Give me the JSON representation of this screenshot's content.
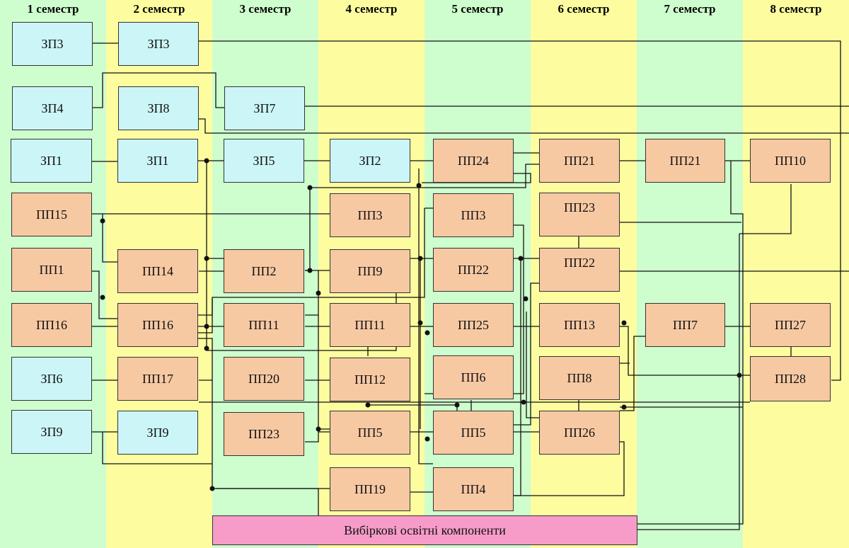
{
  "semesters": [
    "1 семестр",
    "2 семестр",
    "3 семестр",
    "4 семестр",
    "5 семестр",
    "6 семестр",
    "7 семестр",
    "8 семестр"
  ],
  "column_colors": [
    "#cefdce",
    "#fdfda0",
    "#cefdce",
    "#fdfda0",
    "#cefdce",
    "#fdfda0",
    "#cefdce",
    "#fdfda0"
  ],
  "boxes": [
    {
      "id": "s1-zp3",
      "label": "ЗП3",
      "type": "zp"
    },
    {
      "id": "s1-zp4",
      "label": "ЗП4",
      "type": "zp"
    },
    {
      "id": "s1-zp1",
      "label": "ЗП1",
      "type": "zp"
    },
    {
      "id": "s1-pp15",
      "label": "ПП15",
      "type": "pp"
    },
    {
      "id": "s1-pp1",
      "label": "ПП1",
      "type": "pp"
    },
    {
      "id": "s1-pp16",
      "label": "ПП16",
      "type": "pp"
    },
    {
      "id": "s1-zp6",
      "label": "ЗП6",
      "type": "zp"
    },
    {
      "id": "s1-zp9",
      "label": "ЗП9",
      "type": "zp"
    },
    {
      "id": "s2-zp3",
      "label": "ЗП3",
      "type": "zp"
    },
    {
      "id": "s2-zp8",
      "label": "ЗП8",
      "type": "zp"
    },
    {
      "id": "s2-zp1",
      "label": "ЗП1",
      "type": "zp"
    },
    {
      "id": "s2-pp14",
      "label": "ПП14",
      "type": "pp"
    },
    {
      "id": "s2-pp16",
      "label": "ПП16",
      "type": "pp"
    },
    {
      "id": "s2-pp17",
      "label": "ПП17",
      "type": "pp"
    },
    {
      "id": "s2-zp9",
      "label": "ЗП9",
      "type": "zp"
    },
    {
      "id": "s3-zp7",
      "label": "ЗП7",
      "type": "zp"
    },
    {
      "id": "s3-zp5",
      "label": "ЗП5",
      "type": "zp"
    },
    {
      "id": "s3-pp2",
      "label": "ПП2",
      "type": "pp"
    },
    {
      "id": "s3-pp11",
      "label": "ПП11",
      "type": "pp"
    },
    {
      "id": "s3-pp20",
      "label": "ПП20",
      "type": "pp"
    },
    {
      "id": "s3-pp23",
      "label": "ПП23",
      "type": "pp"
    },
    {
      "id": "s4-zp2",
      "label": "ЗП2",
      "type": "zp"
    },
    {
      "id": "s4-pp3",
      "label": "ПП3",
      "type": "pp"
    },
    {
      "id": "s4-pp9",
      "label": "ПП9",
      "type": "pp"
    },
    {
      "id": "s4-pp11",
      "label": "ПП11",
      "type": "pp"
    },
    {
      "id": "s4-pp12",
      "label": "ПП12",
      "type": "pp"
    },
    {
      "id": "s4-pp5",
      "label": "ПП5",
      "type": "pp"
    },
    {
      "id": "s4-pp19",
      "label": "ПП19",
      "type": "pp"
    },
    {
      "id": "s5-pp24",
      "label": "ПП24",
      "type": "pp"
    },
    {
      "id": "s5-pp3",
      "label": "ПП3",
      "type": "pp"
    },
    {
      "id": "s5-pp22",
      "label": "ПП22",
      "type": "pp"
    },
    {
      "id": "s5-pp25",
      "label": "ПП25",
      "type": "pp"
    },
    {
      "id": "s5-pp6",
      "label": "ПП6",
      "type": "pp"
    },
    {
      "id": "s5-pp5",
      "label": "ПП5",
      "type": "pp"
    },
    {
      "id": "s5-pp4",
      "label": "ПП4",
      "type": "pp"
    },
    {
      "id": "s6-pp21",
      "label": "ПП21",
      "type": "pp"
    },
    {
      "id": "s6-pp23",
      "label": "ПП23",
      "type": "pp"
    },
    {
      "id": "s6-pp22",
      "label": "ПП22",
      "type": "pp"
    },
    {
      "id": "s6-pp13",
      "label": "ПП13",
      "type": "pp"
    },
    {
      "id": "s6-pp8",
      "label": "ПП8",
      "type": "pp"
    },
    {
      "id": "s6-pp26",
      "label": "ПП26",
      "type": "pp"
    },
    {
      "id": "s7-pp21",
      "label": "ПП21",
      "type": "pp"
    },
    {
      "id": "s7-pp7",
      "label": "ПП7",
      "type": "pp"
    },
    {
      "id": "s8-pp10",
      "label": "ПП10",
      "type": "pp"
    },
    {
      "id": "s8-pp27",
      "label": "ПП27",
      "type": "pp"
    },
    {
      "id": "s8-pp28",
      "label": "ПП28",
      "type": "pp"
    }
  ],
  "elective": {
    "label": "Вибіркові освітні компоненти"
  }
}
